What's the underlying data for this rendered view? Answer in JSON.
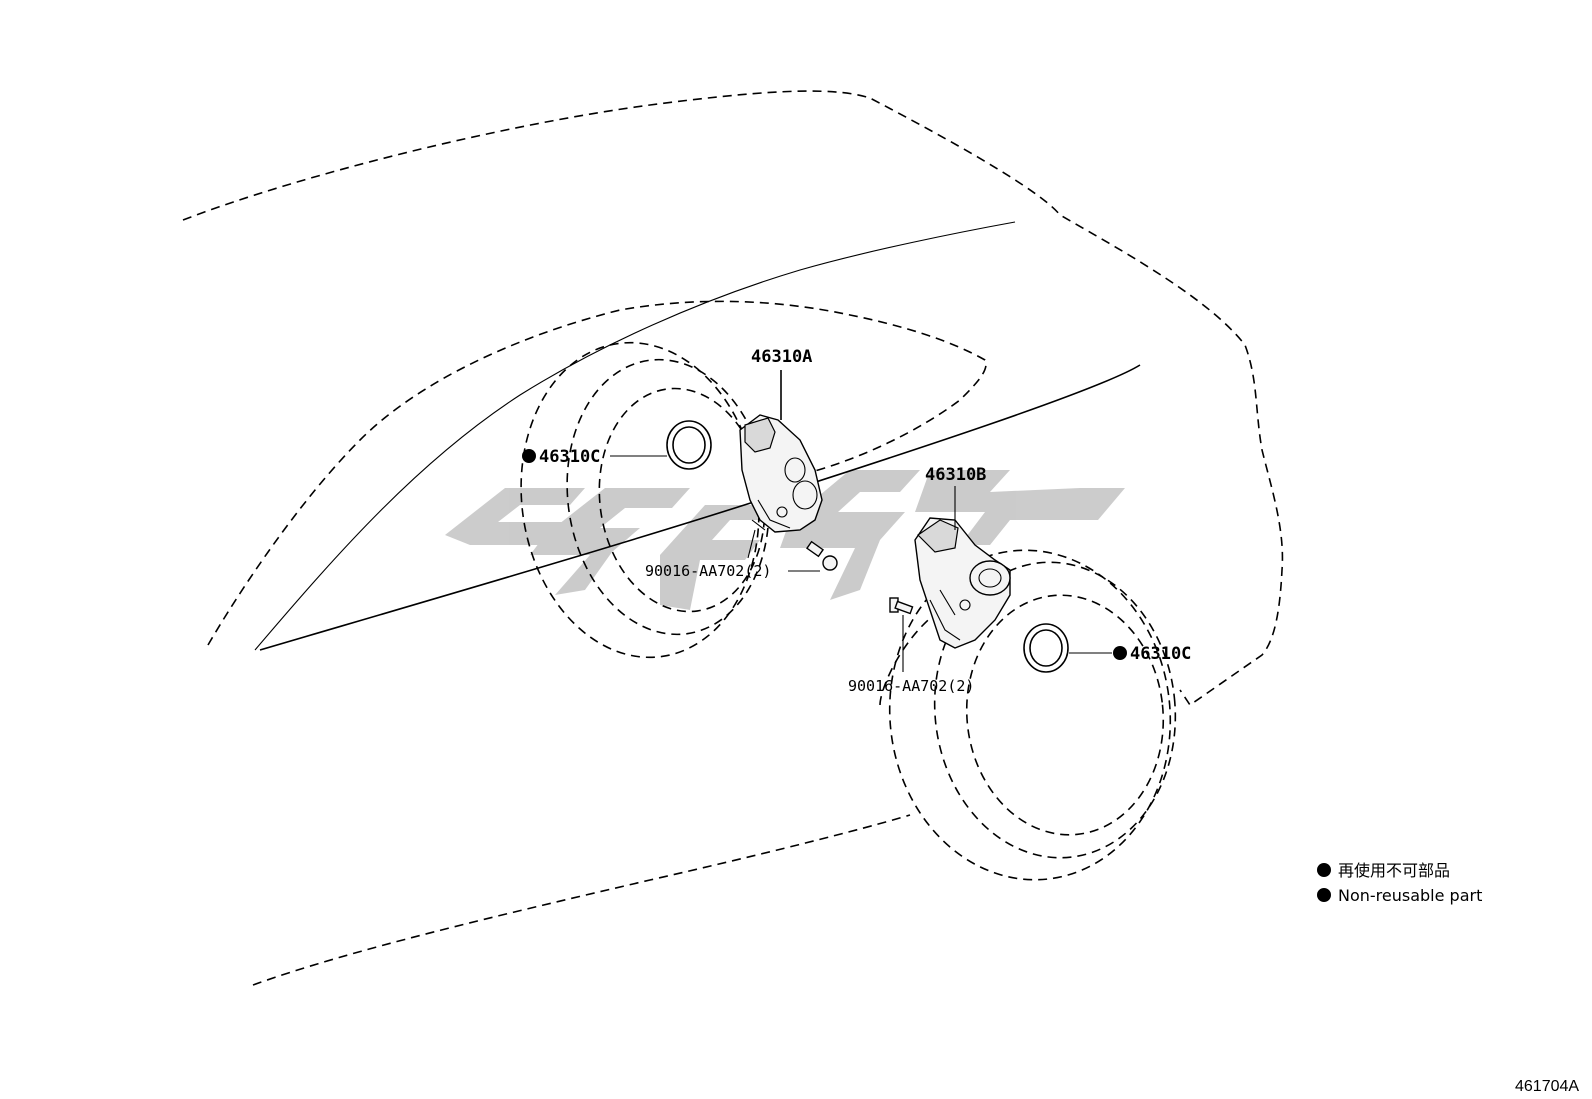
{
  "diagram": {
    "figure_number": "461704A",
    "colors": {
      "line": "#000000",
      "watermark": "#c8c8c8",
      "background": "#ffffff"
    },
    "callouts": {
      "actuator_a": "46310A",
      "actuator_b": "46310B",
      "seal_left": "46310C",
      "seal_right": "46310C",
      "bolt_left": "90016-AA702(2)",
      "bolt_right": "90016-AA702(2)"
    },
    "legend": {
      "items": [
        {
          "symbol": "●",
          "text": "再使用不可部品"
        },
        {
          "symbol": "●",
          "text": "Non-reusable part"
        }
      ]
    },
    "non_reusable_marker": "●"
  }
}
